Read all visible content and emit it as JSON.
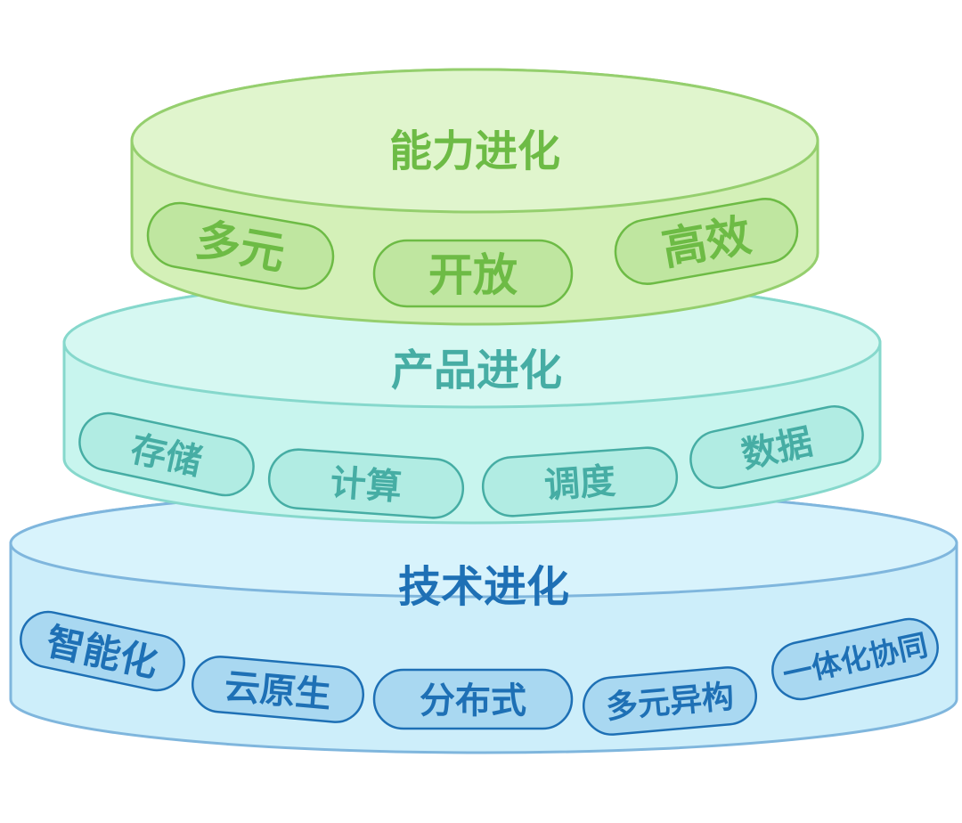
{
  "tiers": [
    {
      "title": "能力进化",
      "colors": {
        "fill": "#d4f0b8",
        "stroke": "#95cf6e",
        "pill": "#bfe6a0",
        "text": "#6dbb45"
      },
      "pills": [
        "多元",
        "开放",
        "高效"
      ]
    },
    {
      "title": "产品进化",
      "colors": {
        "fill": "#c8f5ee",
        "stroke": "#86d8cc",
        "pill": "#b1ece3",
        "text": "#46ada4"
      },
      "pills": [
        "存储",
        "计算",
        "调度",
        "数据"
      ]
    },
    {
      "title": "技术进化",
      "colors": {
        "fill": "#cdeefa",
        "stroke": "#7fb6dd",
        "pill": "#a9d8f1",
        "text": "#1e70b5"
      },
      "pills": [
        "智能化",
        "云原生",
        "分布式",
        "多元异构",
        "一体化协同"
      ]
    }
  ]
}
